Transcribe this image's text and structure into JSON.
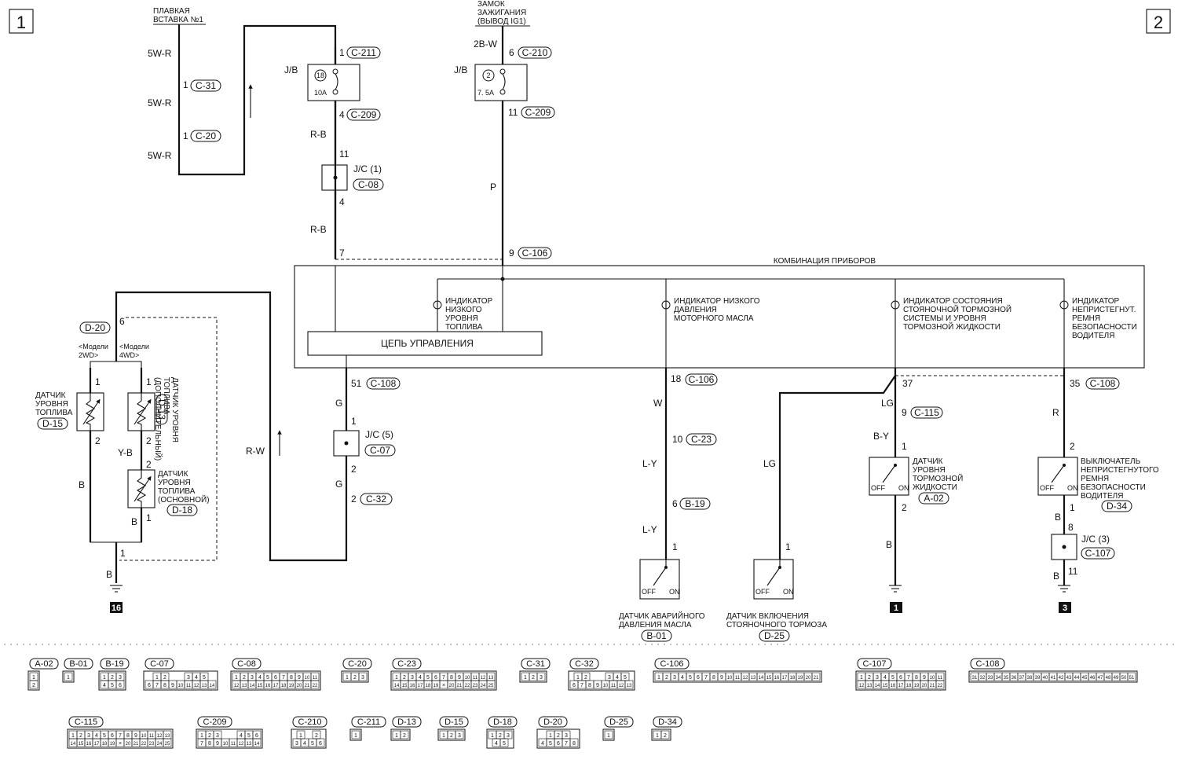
{
  "page": {
    "page_num_left": "1",
    "page_num_right": "2"
  },
  "sources": {
    "fusible_link": [
      "ПЛАВКАЯ",
      "ВСТАВКА №1"
    ],
    "ignition_switch": [
      "ЗАМОК",
      "ЗАЖИГАНИЯ",
      "(ВЫВОД IG1)"
    ]
  },
  "wires": {
    "w5wr": "5W-R",
    "rb": "R-B",
    "b2w": "2B-W",
    "p": "P",
    "rw": "R-W",
    "g": "G",
    "w": "W",
    "ly": "L-Y",
    "lg": "LG",
    "by": "B-Y",
    "b": "B",
    "r": "R",
    "yb": "Y-B"
  },
  "pins": {
    "p1": "1",
    "p2": "2",
    "p4": "4",
    "p6": "6",
    "p7": "7",
    "p8": "8",
    "p9": "9",
    "p10": "10",
    "p11": "11",
    "p18": "18",
    "p35": "35",
    "p37": "37",
    "p51": "51"
  },
  "connectors": {
    "c31": "C-31",
    "c20": "C-20",
    "c211": "C-211",
    "c209": "C-209",
    "c08": "C-08",
    "c210": "C-210",
    "c106": "C-106",
    "c108": "C-108",
    "c07": "C-07",
    "c32": "C-32",
    "c23": "C-23",
    "b19": "B-19",
    "b01": "B-01",
    "d25": "D-25",
    "c115": "C-115",
    "a02": "A-02",
    "d34": "D-34",
    "c107": "C-107",
    "d20": "D-20",
    "d15": "D-15",
    "d13": "D-13",
    "d18": "D-18"
  },
  "junctions": {
    "jb": "J/B",
    "jc1": "J/C (1)",
    "jc5": "J/C (5)",
    "jc3": "J/C (3)",
    "fuse18": "18",
    "fuse18_rating": "10A",
    "fuse2": "2",
    "fuse2_rating": "7. 5A"
  },
  "cluster": {
    "title": "КОМБИНАЦИЯ ПРИБОРОВ",
    "control_circuit": "ЦЕПЬ УПРАВЛЕНИЯ",
    "ind_fuel": [
      "ИНДИКАТОР",
      "НИЗКОГО",
      "УРОВНЯ",
      "ТОПЛИВА"
    ],
    "ind_oil": [
      "ИНДИКАТОР НИЗКОГО",
      "ДАВЛЕНИЯ",
      "МОТОРНОГО МАСЛА"
    ],
    "ind_brake": [
      "ИНДИКАТОР СОСТОЯНИЯ",
      "СТОЯНОЧНОЙ ТОРМОЗНОЙ",
      "СИСТЕМЫ И УРОВНЯ",
      "ТОРМОЗНОЙ ЖИДКОСТИ"
    ],
    "ind_belt": [
      "ИНДИКАТОР",
      "НЕПРИСТЕГНУТ.",
      "РЕМНЯ",
      "БЕЗОПАСНОСТИ",
      "ВОДИТЕЛЯ"
    ]
  },
  "models": {
    "m2wd": [
      "<Модели",
      "2WD>"
    ],
    "m4wd": [
      "<Модели",
      "4WD>"
    ]
  },
  "sensors": {
    "fuel_level": [
      "ДАТЧИК",
      "УРОВНЯ",
      "ТОПЛИВА"
    ],
    "fuel_aux": [
      "ДАТЧИК УРОВНЯ",
      "ТОПЛИВА",
      "(ДОПОЛНИТЕЛЬНЫЙ)"
    ],
    "fuel_main": [
      "ДАТЧИК",
      "УРОВНЯ",
      "ТОПЛИВА",
      "(ОСНОВНОЙ)"
    ],
    "oil_pressure": [
      "ДАТЧИК АВАРИЙНОГО",
      "ДАВЛЕНИЯ МАСЛА"
    ],
    "parking_brake": [
      "ДАТЧИК ВКЛЮЧЕНИЯ",
      "СТОЯНОЧНОГО ТОРМОЗА"
    ],
    "brake_fluid": [
      "ДАТЧИК",
      "УРОВНЯ",
      "ТОРМОЗНОЙ",
      "ЖИДКОСТИ"
    ],
    "belt_switch": [
      "ВЫКЛЮЧАТЕЛЬ",
      "НЕПРИСТЕГНУТОГО",
      "РЕМНЯ",
      "БЕЗОПАСНОСТИ",
      "ВОДИТЕЛЯ"
    ],
    "off": "OFF",
    "on": "ON"
  },
  "grounds": {
    "g16": "16",
    "g1": "1",
    "g3": "3"
  },
  "legend": {
    "row1": [
      {
        "id": "A-02",
        "rows": [
          [
            "1"
          ],
          [
            "2"
          ]
        ]
      },
      {
        "id": "B-01",
        "rows": [
          [
            "1"
          ]
        ]
      },
      {
        "id": "B-19",
        "rows": [
          [
            "1",
            "2",
            "3"
          ],
          [
            "4",
            "5",
            "6"
          ]
        ]
      },
      {
        "id": "C-07",
        "rows": [
          [
            "1",
            "2",
            "",
            "",
            "3",
            "4",
            "5"
          ],
          [
            "6",
            "7",
            "8",
            "9",
            "10",
            "11",
            "12",
            "13",
            "14"
          ]
        ]
      },
      {
        "id": "C-08",
        "rows": [
          [
            "1",
            "2",
            "3",
            "4",
            "5",
            "6",
            "7",
            "8",
            "9",
            "10",
            "11"
          ],
          [
            "12",
            "13",
            "14",
            "15",
            "16",
            "17",
            "18",
            "19",
            "20",
            "21",
            "22"
          ]
        ]
      },
      {
        "id": "C-20",
        "rows": [
          [
            "1",
            "2",
            "3"
          ]
        ]
      },
      {
        "id": "C-23",
        "rows": [
          [
            "1",
            "2",
            "3",
            "4",
            "5",
            "6",
            "7",
            "8",
            "9",
            "10",
            "11",
            "12",
            "13"
          ],
          [
            "14",
            "15",
            "16",
            "17",
            "18",
            "19",
            "×",
            "20",
            "21",
            "22",
            "23",
            "24",
            "25"
          ]
        ]
      },
      {
        "id": "C-31",
        "rows": [
          [
            "1",
            "2",
            "3"
          ]
        ]
      },
      {
        "id": "C-32",
        "rows": [
          [
            "1",
            "2",
            "",
            "",
            "3",
            "4",
            "5"
          ],
          [
            "6",
            "7",
            "8",
            "9",
            "10",
            "11",
            "12",
            "13"
          ]
        ]
      },
      {
        "id": "C-106",
        "rows": [
          [
            "1",
            "2",
            "3",
            "4",
            "5",
            "6",
            "7",
            "8",
            "9",
            "10",
            "11",
            "12",
            "13",
            "14",
            "15",
            "16",
            "17",
            "18",
            "19",
            "20",
            "21"
          ]
        ]
      },
      {
        "id": "C-107",
        "rows": [
          [
            "1",
            "2",
            "3",
            "4",
            "5",
            "6",
            "7",
            "8",
            "9",
            "10",
            "11"
          ],
          [
            "12",
            "13",
            "14",
            "15",
            "16",
            "17",
            "18",
            "19",
            "20",
            "21",
            "22"
          ]
        ]
      },
      {
        "id": "C-108",
        "rows": [
          [
            "31",
            "32",
            "33",
            "34",
            "35",
            "36",
            "37",
            "38",
            "39",
            "40",
            "41",
            "42",
            "43",
            "44",
            "45",
            "46",
            "47",
            "48",
            "49",
            "50",
            "51"
          ]
        ]
      }
    ],
    "row2": [
      {
        "id": "C-115",
        "rows": [
          [
            "1",
            "2",
            "3",
            "4",
            "5",
            "6",
            "7",
            "8",
            "9",
            "10",
            "11",
            "12",
            "13"
          ],
          [
            "14",
            "15",
            "16",
            "17",
            "18",
            "19",
            "×",
            "20",
            "21",
            "22",
            "23",
            "24",
            "25"
          ]
        ]
      },
      {
        "id": "C-209",
        "rows": [
          [
            "1",
            "2",
            "3",
            "",
            "",
            "4",
            "5",
            "6"
          ],
          [
            "7",
            "8",
            "9",
            "10",
            "11",
            "12",
            "13",
            "14"
          ]
        ]
      },
      {
        "id": "C-210",
        "rows": [
          [
            "1",
            "",
            "2"
          ],
          [
            "3",
            "4",
            "5",
            "6"
          ]
        ]
      },
      {
        "id": "C-211",
        "rows": [
          [
            "1"
          ]
        ]
      },
      {
        "id": "D-13",
        "rows": [
          [
            "1",
            "2"
          ]
        ]
      },
      {
        "id": "D-15",
        "rows": [
          [
            "1",
            "2",
            "3"
          ]
        ]
      },
      {
        "id": "D-18",
        "rows": [
          [
            "1",
            "2",
            "3"
          ],
          [
            "4",
            "5"
          ]
        ]
      },
      {
        "id": "D-20",
        "rows": [
          [
            "1",
            "2",
            "3"
          ],
          [
            "4",
            "5",
            "6",
            "7",
            "8"
          ]
        ]
      },
      {
        "id": "D-25",
        "rows": [
          [
            "1"
          ]
        ]
      },
      {
        "id": "D-34",
        "rows": [
          [
            "1",
            "2"
          ]
        ]
      }
    ]
  }
}
